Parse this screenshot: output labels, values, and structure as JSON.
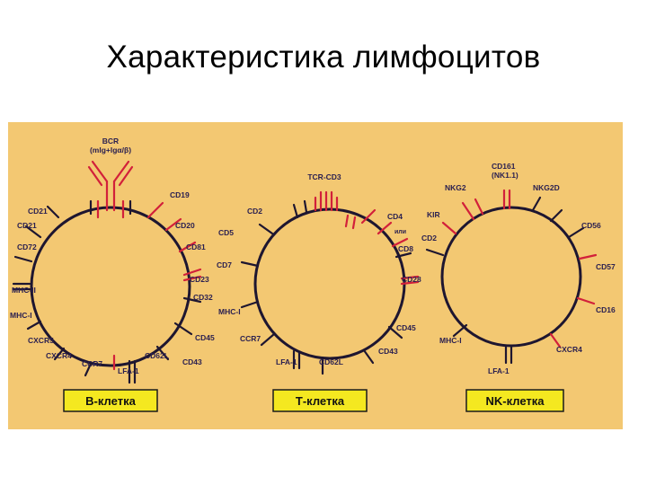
{
  "slide": {
    "title": "Характеристика лимфоцитов"
  },
  "colors": {
    "background": "#f3c872",
    "membrane": "#1e1630",
    "red_marker": "#d2203a",
    "box_fill": "#f4e820",
    "box_border": "#1a1a1a"
  },
  "cells": [
    {
      "name": "В-клетка",
      "labels": [
        "BCR",
        "(mlg+lgα/β)",
        "CD19",
        "CD20",
        "CD81",
        "CD23",
        "CD32",
        "CD45",
        "CD62L",
        "CD43",
        "LFA-1",
        "CCR7",
        "CXCR4",
        "CXCR5",
        "MHC-I",
        "MHC-II",
        "CD72",
        "CD21",
        "CD21"
      ]
    },
    {
      "name": "Т-клетка",
      "labels": [
        "TCR-CD3",
        "CD2",
        "CD5",
        "CD7",
        "CD4",
        "или",
        "CD8",
        "CD28",
        "MHC-I",
        "CCR7",
        "LFA-1",
        "CD62L",
        "CD45",
        "CD43"
      ]
    },
    {
      "name": "NK-клетка",
      "labels": [
        "CD161",
        "(NK1.1)",
        "NKG2",
        "NKG2D",
        "KIR",
        "CD2",
        "CD56",
        "CD57",
        "CD16",
        "CXCR4",
        "MHC-I",
        "LFA-1"
      ]
    }
  ]
}
